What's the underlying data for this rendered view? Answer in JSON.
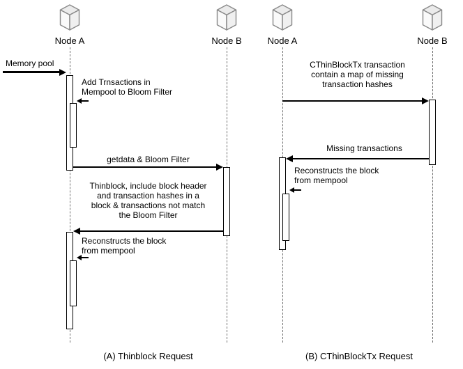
{
  "icons": {
    "node": "3d-cube-node-icon"
  },
  "colors": {
    "message_line": "#000000",
    "lifeline": "#6f6f6f",
    "icon_stroke": "#8a8a8a",
    "icon_fill": "#f2f2f2",
    "background": "#ffffff"
  },
  "diagram_a": {
    "caption": "(A) Thinblock Request",
    "node_a_label": "Node A",
    "node_b_label": "Node B",
    "msg_memory_pool": "Memory pool",
    "msg_add_transactions": "Add Trnsactions in\nMempool to Bloom Filter",
    "msg_getdata": "getdata & Bloom Filter",
    "msg_thinblock": "Thinblock, include block header\nand transaction hashes in a\nblock & transactions not match\nthe Bloom Filter",
    "msg_reconstruct": "Reconstructs the block\nfrom mempool"
  },
  "diagram_b": {
    "caption": "(B) CThinBlockTx Request",
    "node_a_label": "Node A",
    "node_b_label": "Node B",
    "msg_cthinblocktx": "CThinBlockTx transaction\ncontain a map of missing\ntransaction hashes",
    "msg_missing": "Missing transactions",
    "msg_reconstruct": "Reconstructs the block\nfrom mempool"
  }
}
